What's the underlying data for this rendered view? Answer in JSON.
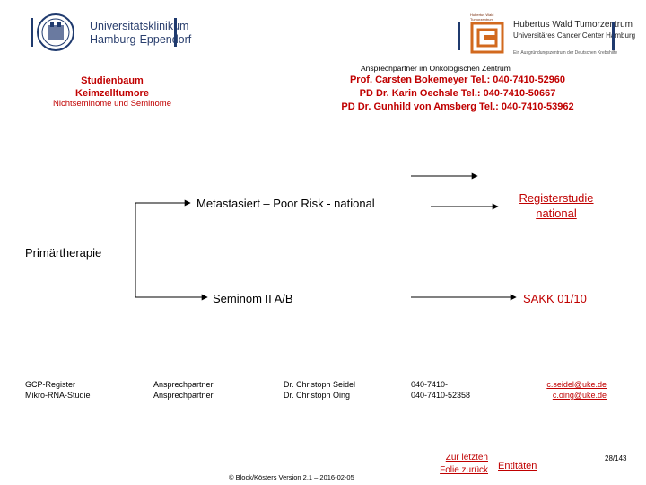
{
  "logos": {
    "left_text_line1": "Universitätsklinikum",
    "left_text_line2": "Hamburg-Eppendorf",
    "right_small_text": "Hubertus Wald Tumorzentrum",
    "right_text_line1": "Hubertus Wald Tumorzentrum",
    "right_text_line2": "Universitäres Cancer Center Hamburg",
    "right_sub": "Ein Ausgründungszentrum der Deutschen Krebshilfe"
  },
  "header": {
    "studien_line1": "Studienbaum",
    "studien_line2": "Keimzelltumore",
    "studien_sub": "Nichtseminome und Seminome",
    "contact_title": "Ansprechpartner im Onkologischen Zentrum",
    "contact_1": "Prof. Carsten Bokemeyer Tel.: 040-7410-52960",
    "contact_2": "PD Dr. Karin Oechsle Tel.: 040-7410-50667",
    "contact_3": "PD Dr. Gunhild von Amsberg Tel.: 040-7410-53962"
  },
  "diagram": {
    "meta": "Metastasiert – Poor Risk - national",
    "primar": "Primärtherapie",
    "seminom": "Seminom II A/B",
    "registry_line1": "Registerstudie",
    "registry_line2": "national",
    "sakk": "SAKK 01/10"
  },
  "info": {
    "gcp_line1": "GCP-Register",
    "gcp_line2": "Mikro-RNA-Studie",
    "ansp_line1": "Ansprechpartner",
    "ansp_line2": "Ansprechpartner",
    "doc_line1": "Dr. Christoph Seidel",
    "doc_line2": "Dr. Christoph Oing",
    "tel_line1": "040-7410-",
    "tel_line2": "040-7410-52358",
    "mail_line1": "c.seidel@uke.de",
    "mail_line2": "c.oing@uke.de"
  },
  "nav": {
    "back_line1": "Zur letzten",
    "back_line2": "Folie zurück",
    "entities": "Entitäten",
    "page": "28/143"
  },
  "footer": "© Block/Kösters Version 2.1 – 2016-02-05",
  "colors": {
    "accent_red": "#c00000",
    "logo_blue": "#1f3a6e",
    "logo_orange": "#d2691e"
  }
}
